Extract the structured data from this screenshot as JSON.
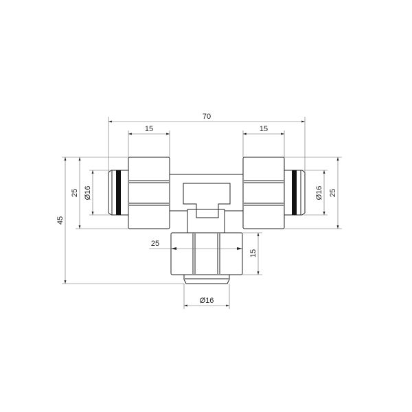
{
  "drawing": {
    "dimensions": {
      "overall_width": "70",
      "left_nut_width": "15",
      "right_nut_width": "15",
      "left_height": "25",
      "left_diameter": "Ø16",
      "right_diameter": "Ø16",
      "right_height": "25",
      "overall_height": "45",
      "bottom_nut_width": "25",
      "bottom_nut_height": "15",
      "bottom_diameter": "Ø16"
    },
    "colors": {
      "line": "#222222",
      "dimension_line": "#666666",
      "oring": "#111111"
    }
  }
}
